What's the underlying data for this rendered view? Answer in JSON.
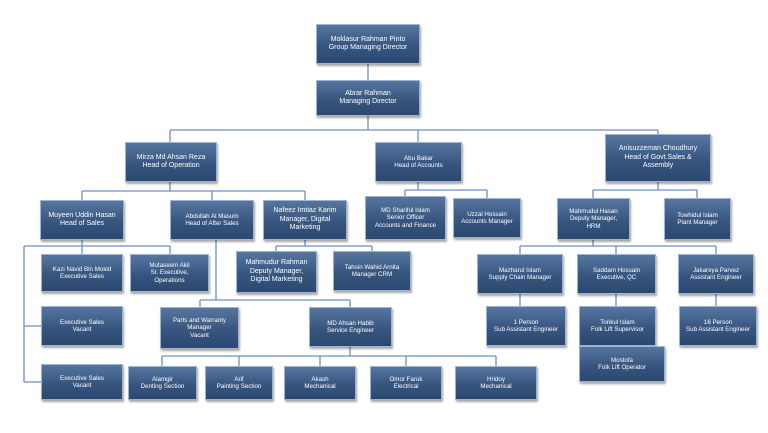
{
  "chart_title": "",
  "colors": {
    "box_fill_top": "#5676a0",
    "box_fill_bottom": "#2b4870",
    "connector": "#6a8fc4",
    "text": "#ffffff"
  },
  "nodes": {
    "pinto": {
      "name": "Moklasur Rahman Pinto",
      "title": "Group Managing Director"
    },
    "abrar": {
      "name": "Abrar Rahman",
      "title": "Managing Director"
    },
    "mirza": {
      "name": "Mirza Md Ahsan Reza",
      "title": "Head of Operation"
    },
    "abubakar": {
      "name": "Abu Bakar",
      "title": "Head of Accounts"
    },
    "anisuzzaman": {
      "name": "Anisuzzeman Choudhury",
      "title": "Head of Govt.Sales &",
      "title2": "Assembly"
    },
    "muyeen": {
      "name": "Muyeen Uddin Hasan",
      "title": "Head of Sales"
    },
    "abdullah": {
      "name": "Abdullah Al Masum",
      "title": "Head of After Sales"
    },
    "nafeez": {
      "name": "Nafeez Imtiaz Karim",
      "title": "Manager, Digital",
      "title2": "Marketing"
    },
    "shariful": {
      "name": "MD Shariful Islam",
      "title": "Senior Officer",
      "title2": "Accounts and Finance"
    },
    "uzzal": {
      "name": "Uzzal Hossain",
      "title": "Accounts Manager"
    },
    "mahmudul": {
      "name": "Mahmudul Hasan",
      "title": "Deputy Manager,",
      "title2": "HRM"
    },
    "towhidul": {
      "name": "Towhidul Islam",
      "title": "Plant Manager"
    },
    "kazi": {
      "name": "Kazi Navid Bin Mokid",
      "title": "Executive Sales"
    },
    "mutaseem": {
      "name": "Mutaseem Akil",
      "title": "Sr. Executive,",
      "title2": "Operations"
    },
    "mahmudur": {
      "name": "Mahmudur Rahman",
      "title": "Deputy Manager,",
      "title2": "Digital Marketing"
    },
    "tahsin": {
      "name": "Tahsin Wahid Arnita",
      "title": "Manager CRM"
    },
    "mazharul": {
      "name": "Mazharul Islam",
      "title": "Supply Chain Manager"
    },
    "saddam": {
      "name": "Saddam Hossain",
      "title": "Executive, QC"
    },
    "jakareya": {
      "name": "Jakareya Parvez",
      "title": "Assistant Engineer"
    },
    "exec_vacant1": {
      "name": "Executive Sales",
      "title": "Vacant"
    },
    "parts": {
      "name": "Parts and Warranty",
      "title": "Manager",
      "title2": "Vacant"
    },
    "habib": {
      "name": "MD Ahsan Habib",
      "title": "Service Engineer"
    },
    "oneperson": {
      "name": "1 Person",
      "title": "Sub Assistant Engineer"
    },
    "torikul": {
      "name": "Torikul Islam",
      "title": "Folk Lift Supervisor"
    },
    "sixteen": {
      "name": "16 Person",
      "title": "Sub Assistant Engineer"
    },
    "mostofa": {
      "name": "Mostofa",
      "title": "Folk Lift Operator"
    },
    "exec_vacant2": {
      "name": "Executive Sales",
      "title": "Vacant"
    },
    "alamgir": {
      "name": "Alamgir",
      "title": "Denting Section"
    },
    "arif": {
      "name": "Arif",
      "title": "Painting Section"
    },
    "akash": {
      "name": "Akash",
      "title": "Mechanical"
    },
    "omor": {
      "name": "Omor Faruk",
      "title": "Electrical"
    },
    "hridoy": {
      "name": "Hridoy",
      "title": "Mechanical"
    }
  }
}
